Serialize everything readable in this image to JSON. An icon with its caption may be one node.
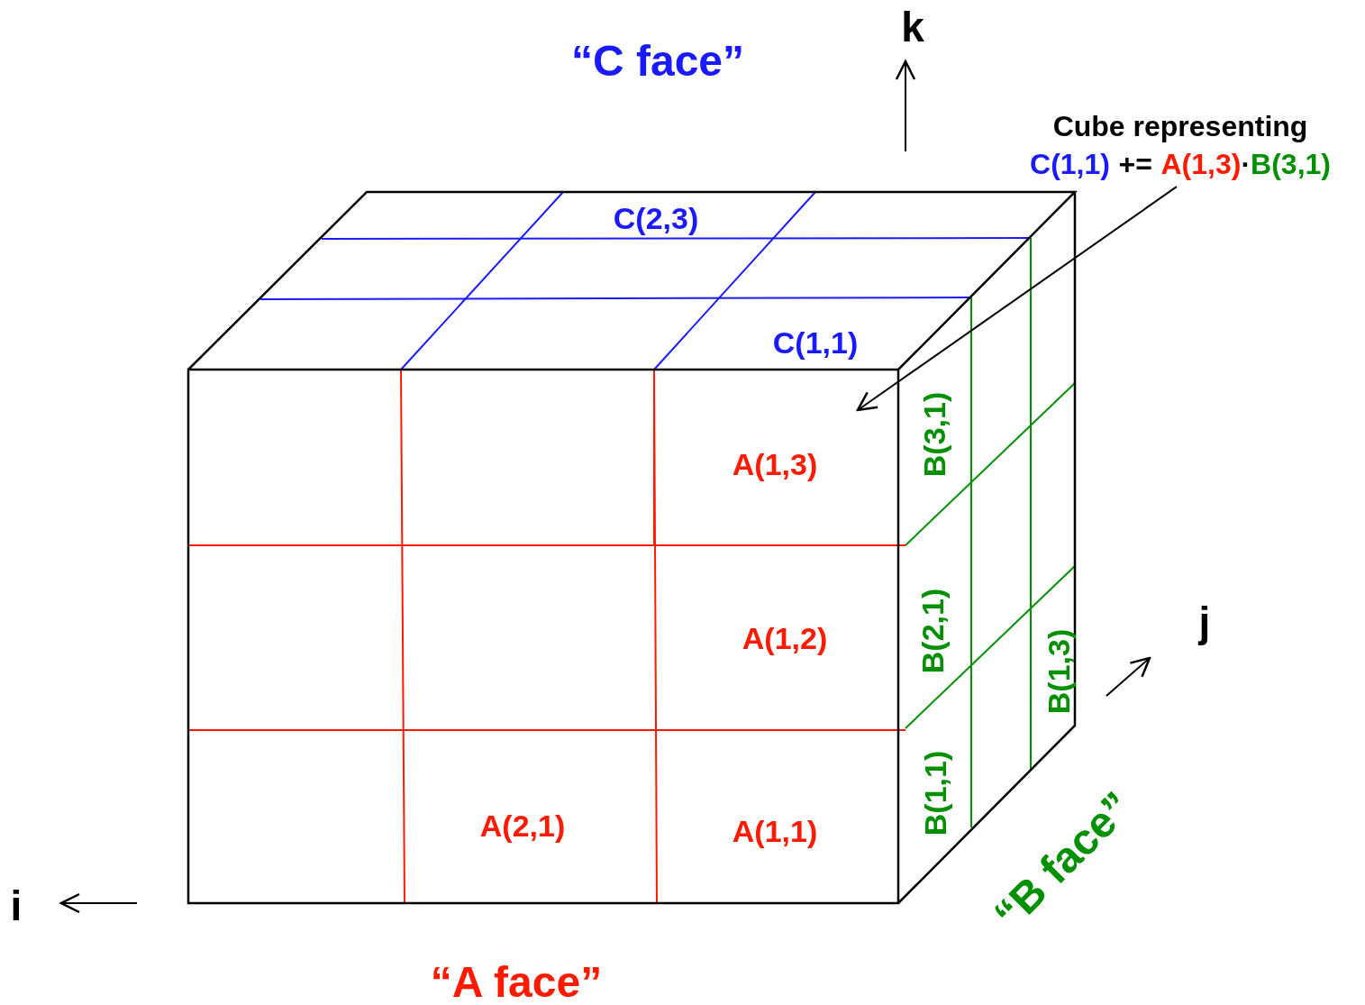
{
  "diagram": {
    "nodes": [
      {
        "text": [
          "Cube representing",
          "C(1,1)",
          "+=",
          "A(1,3)",
          "·",
          "B(3,1)"
        ]
      },
      {
        "text": [],
        "shape": "box"
      }
    ],
    "edges": [
      {
        "from": 0,
        "to": 1,
        "arrow": "to"
      }
    ],
    "labels": [
      "“C face”",
      "k",
      "C(2,3)",
      "C(1,1)",
      "B(3,1)",
      "A(1,3)",
      "j",
      "B(2,1)",
      "A(1,2)",
      "B(1,3)",
      "B(1,1)",
      "A(2,1)",
      "A(1,1)",
      "i",
      "“B face”",
      "“A face”"
    ]
  }
}
